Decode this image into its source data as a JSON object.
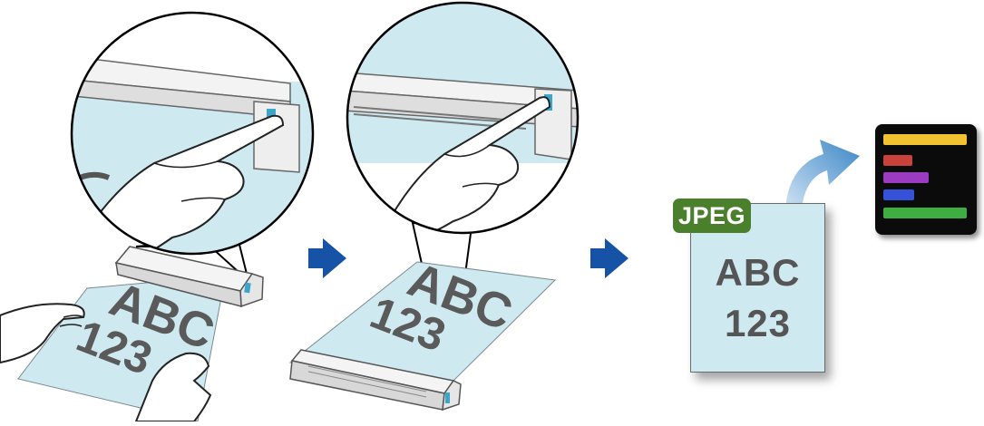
{
  "scan_sheet_1": {
    "line1": "ABC",
    "line2": "123"
  },
  "scan_sheet_2": {
    "line1": "ABC",
    "line2": "123"
  },
  "output_document": {
    "format_badge": "JPEG",
    "line1": "ABC",
    "line2": "123"
  },
  "colors": {
    "paper": "#cfe9f1",
    "arrow_blue": "#1652a5",
    "jpeg_badge": "#4a7f2c",
    "app_bar_yellow": "#f2c230",
    "app_bar_red": "#c8413a",
    "app_bar_purple": "#9b3bbf",
    "app_bar_blue": "#3451d8",
    "app_bar_green": "#3fae42"
  },
  "icons": [
    "hand-icon",
    "scanner-icon",
    "scan-button-icon",
    "next-step-arrow-icon",
    "export-arrow-icon",
    "app-icon"
  ]
}
